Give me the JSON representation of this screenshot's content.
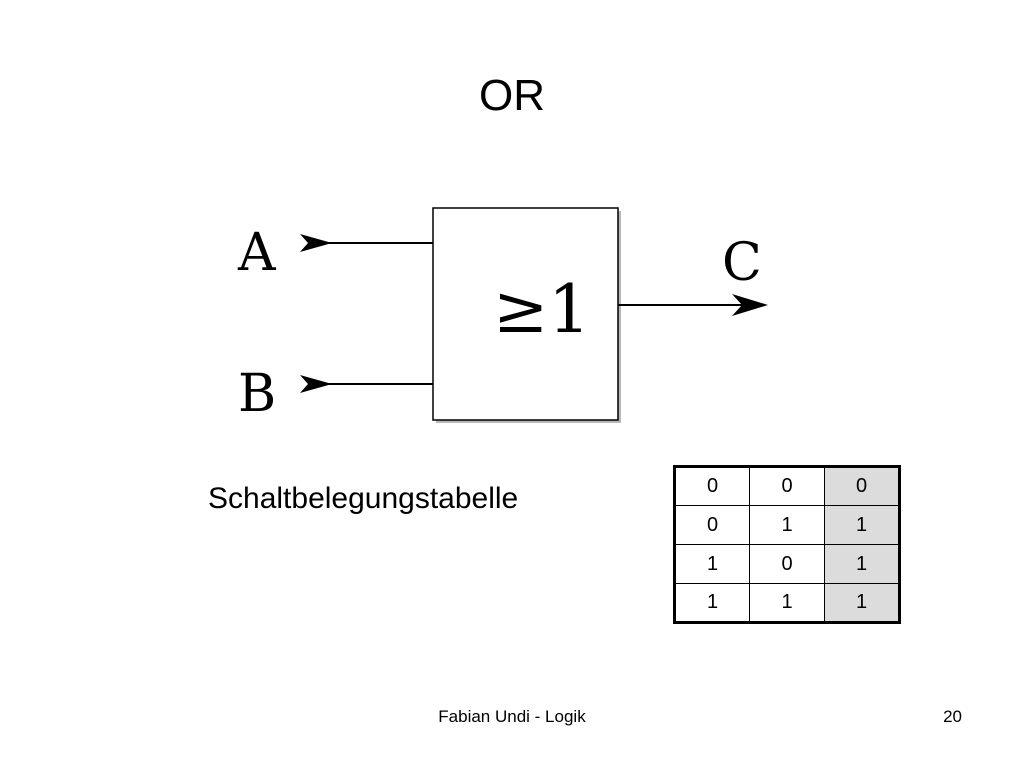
{
  "slide": {
    "title": "OR",
    "caption": "Schaltbelegungstabelle",
    "footer": "Fabian Undi - Logik",
    "page_number": "20"
  },
  "gate": {
    "input_a": "A",
    "input_b": "B",
    "output": "C",
    "symbol": "≥1"
  },
  "truth_table": {
    "rows": [
      [
        "0",
        "0",
        "0"
      ],
      [
        "0",
        "1",
        "1"
      ],
      [
        "1",
        "0",
        "1"
      ],
      [
        "1",
        "1",
        "1"
      ]
    ],
    "output_cell_color": "#dcdcdc"
  }
}
